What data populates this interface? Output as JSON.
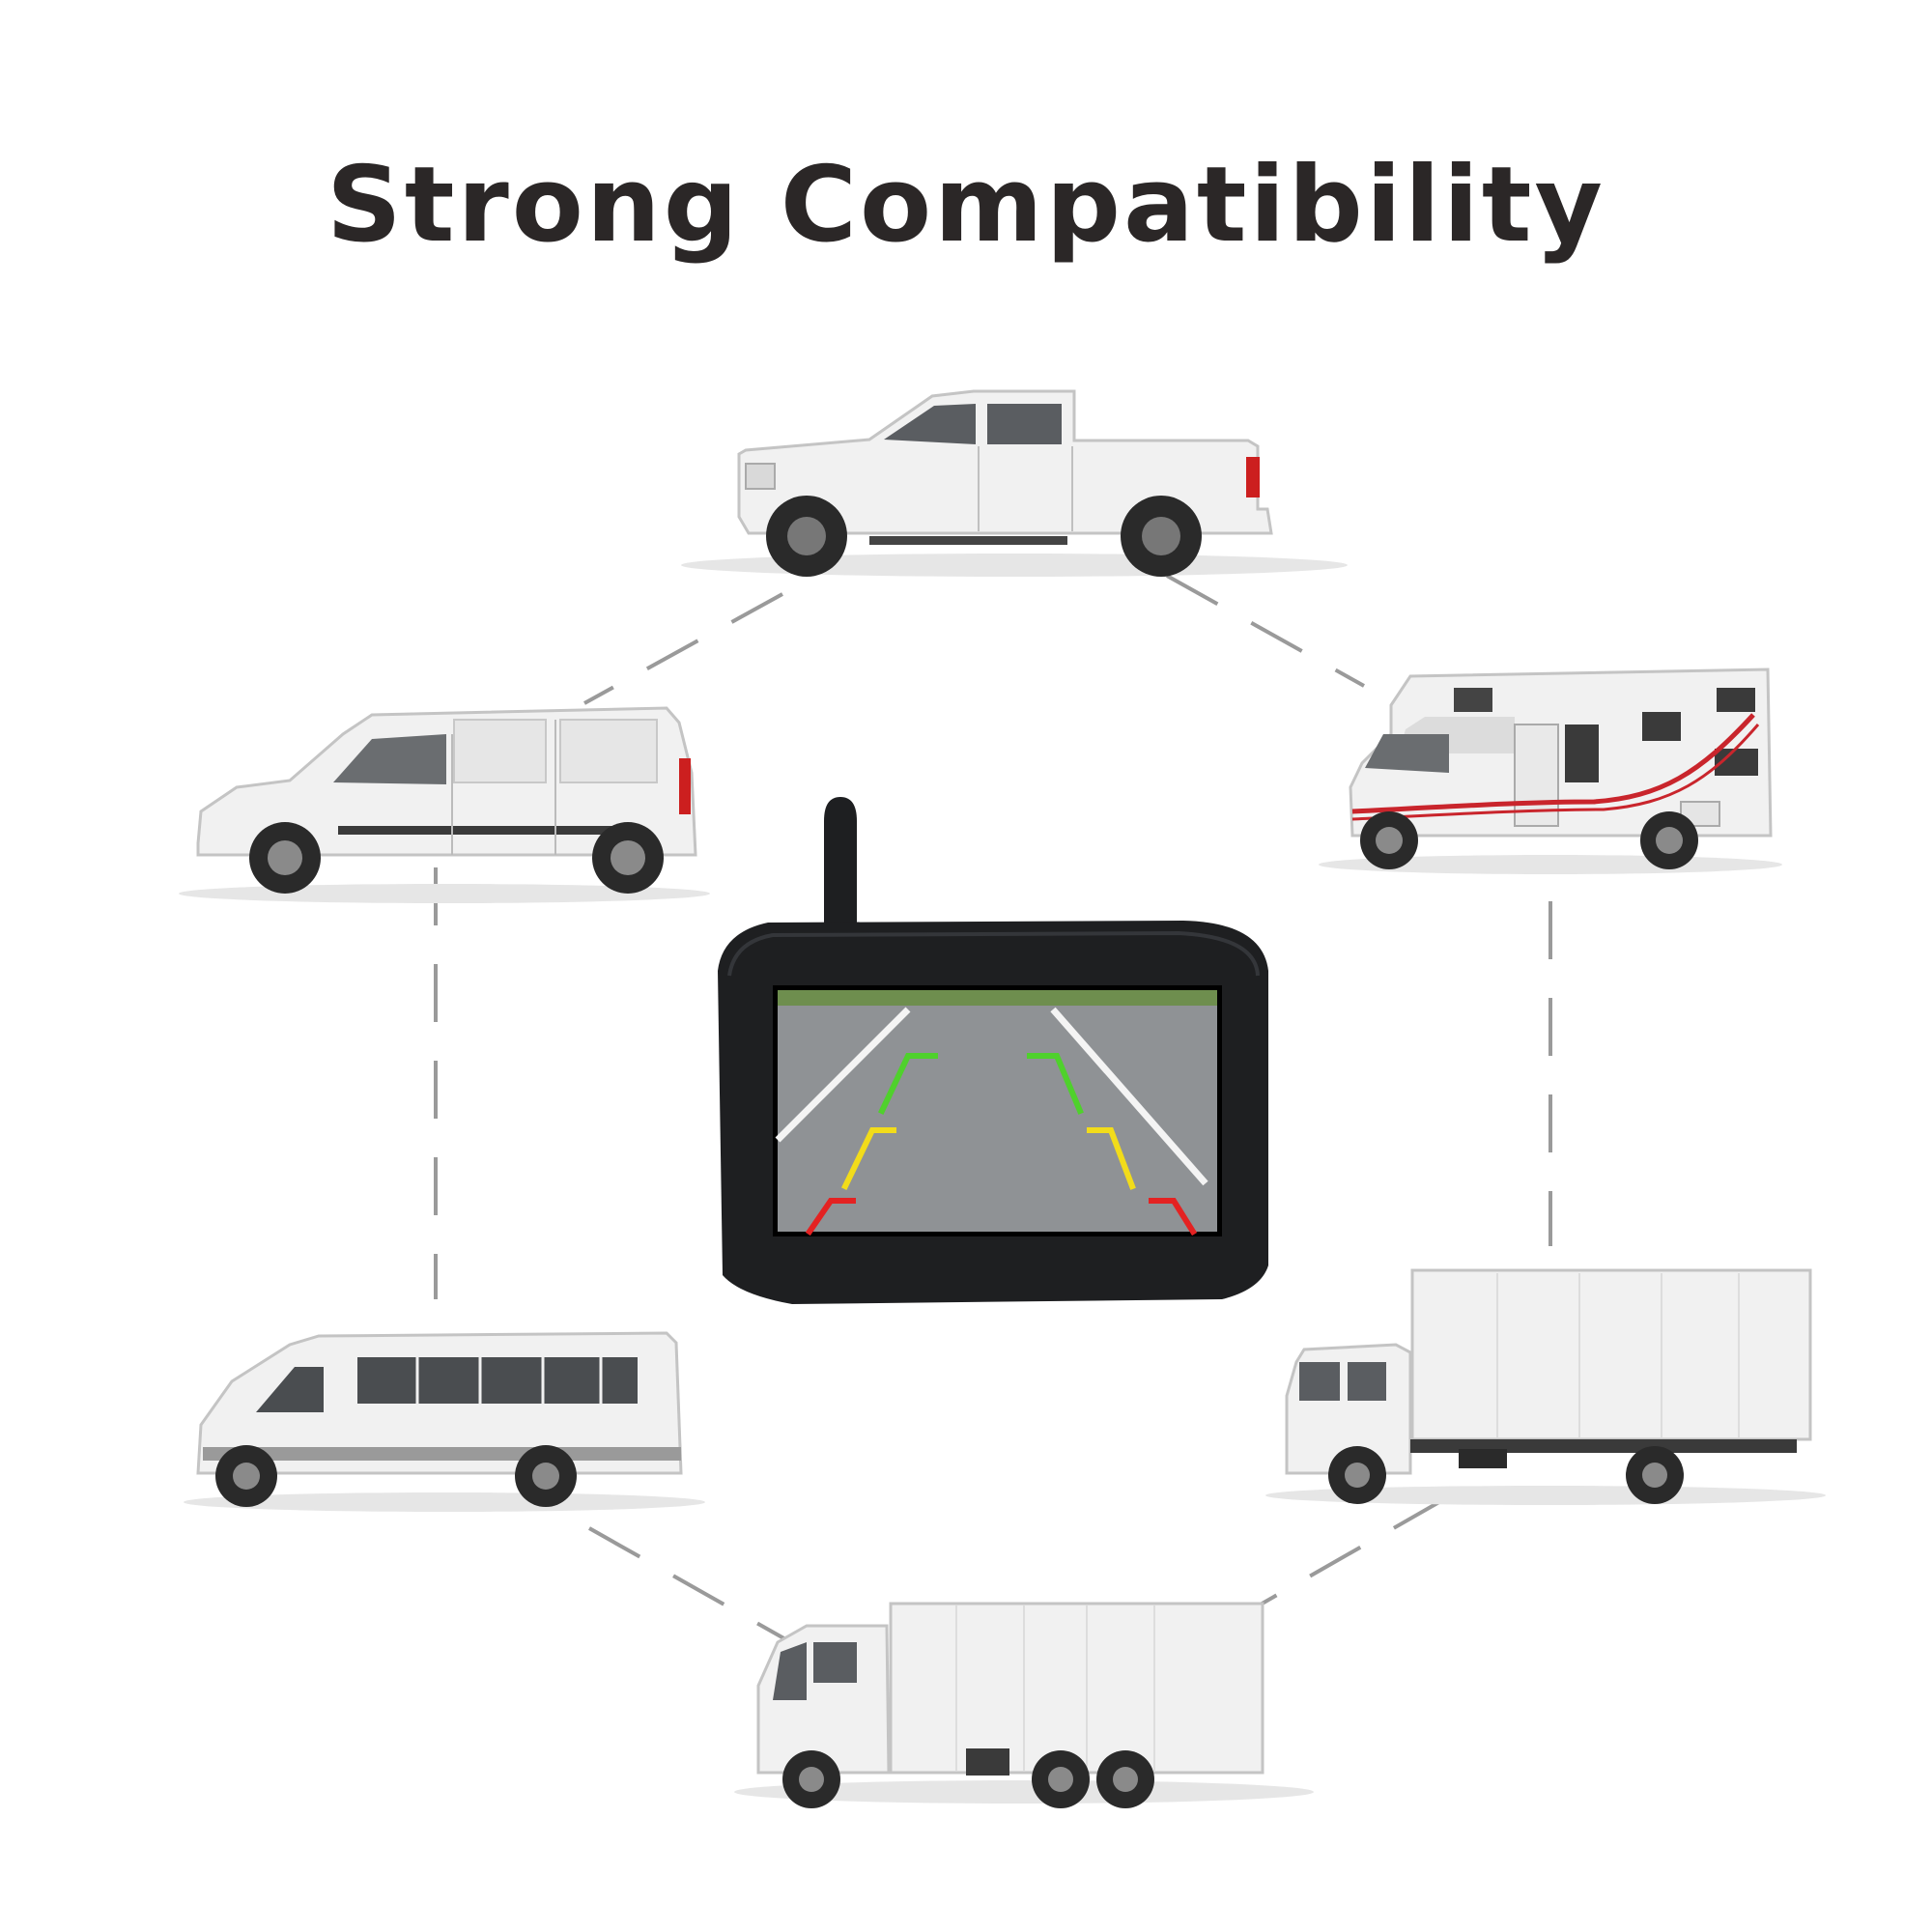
{
  "title": "Strong Compatibility",
  "colors": {
    "title": "#2b2727",
    "connector_dash": "#9a9a9a",
    "vehicle_body": "#f1f1f1",
    "vehicle_shade": "#d2d2d2",
    "tire": "#2a2a2a",
    "monitor_body": "#1e1f21",
    "screen_asphalt": "#8f9295",
    "screen_grass": "#6e8e4e",
    "guide_green": "#4fd12c",
    "guide_yellow": "#f2dc1a",
    "guide_red": "#e42222",
    "rv_stripe": "#c9252c",
    "taillight": "#cc1f1f"
  },
  "vehicles": [
    {
      "id": "pickup-truck",
      "icon": "pickup-truck-icon"
    },
    {
      "id": "rv-motorhome",
      "icon": "rv-motorhome-icon"
    },
    {
      "id": "box-truck",
      "icon": "box-truck-icon"
    },
    {
      "id": "semi-truck",
      "icon": "semi-truck-icon"
    },
    {
      "id": "minibus",
      "icon": "minibus-icon"
    },
    {
      "id": "cargo-van",
      "icon": "cargo-van-icon"
    }
  ],
  "center_device": {
    "icon": "wireless-monitor-icon"
  }
}
